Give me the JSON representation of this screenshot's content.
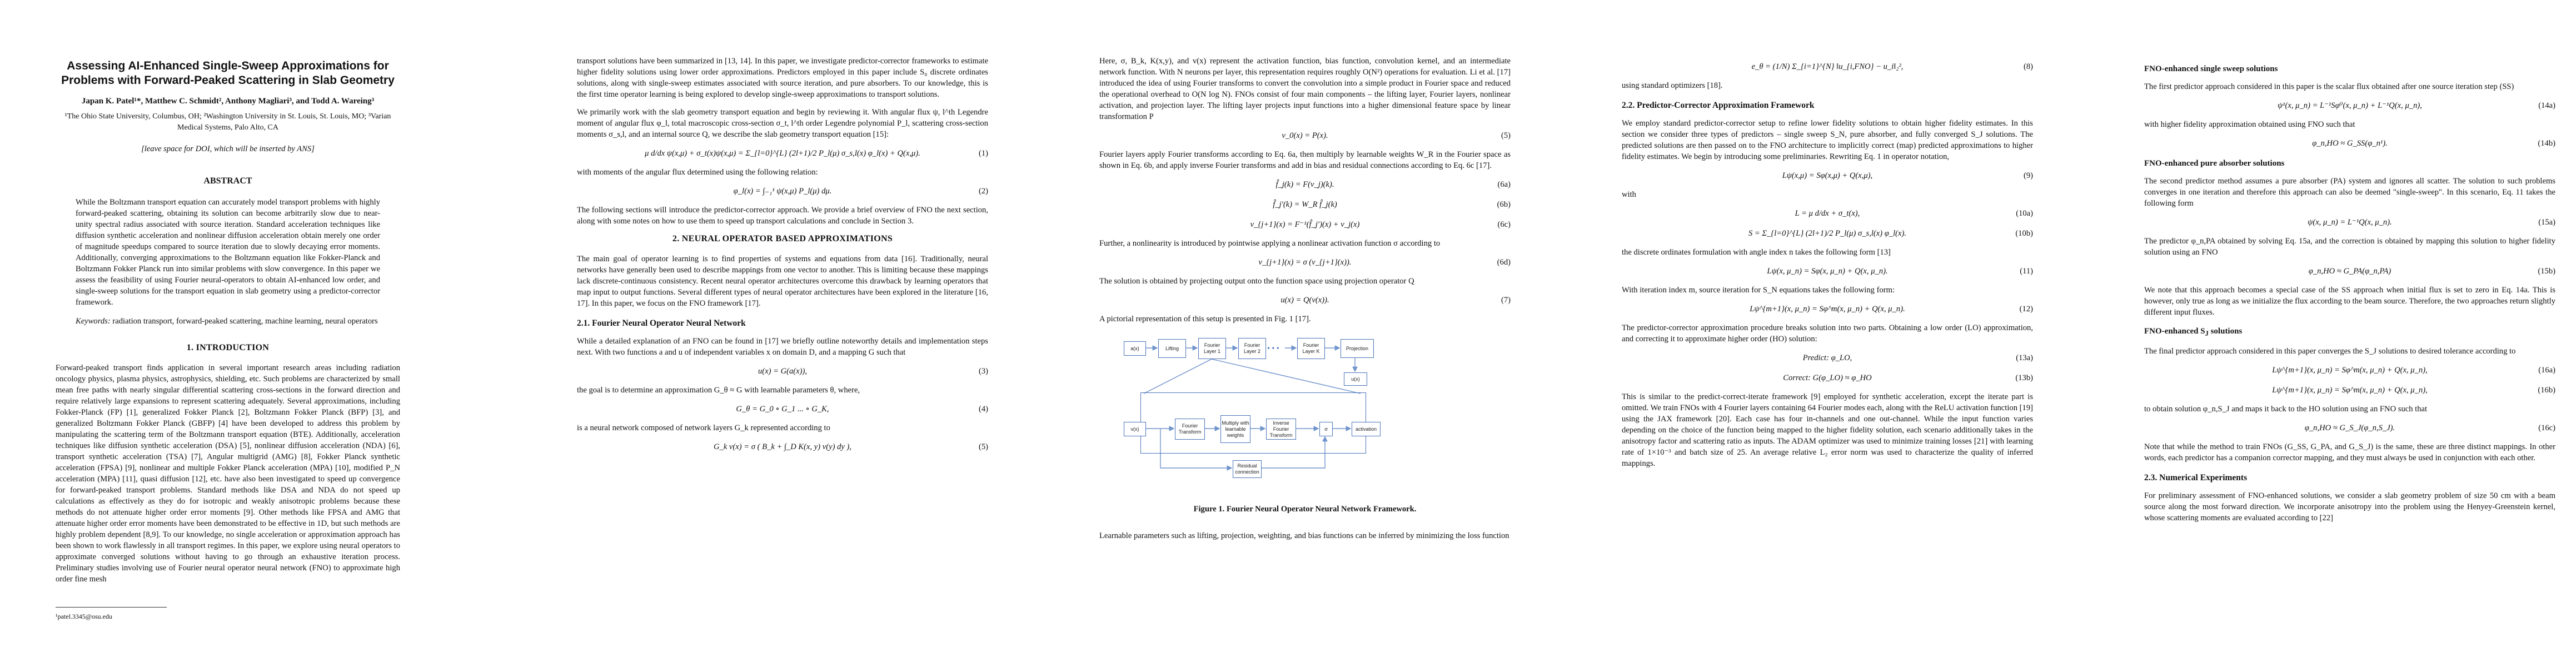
{
  "paper": {
    "title": "Assessing AI-Enhanced Single-Sweep Approximations for Problems with Forward-Peaked Scattering in Slab Geometry",
    "authors": "Japan K. Patel¹*, Matthew C. Schmidt², Anthony Magliari³, and Todd A. Wareing³",
    "affiliations": "¹The Ohio State University, Columbus, OH; ²Washington University in St. Louis, St. Louis, MO; ³Varian Medical Systems, Palo Alto, CA",
    "doi_note": "[leave space for DOI, which will be inserted by ANS]",
    "abstract_heading": "ABSTRACT",
    "abstract": "While the Boltzmann transport equation can accurately model transport problems with highly forward-peaked scattering, obtaining its solution can become arbitrarily slow due to near-unity spectral radius associated with source iteration. Standard acceleration techniques like diffusion synthetic acceleration and nonlinear diffusion acceleration obtain merely one order of magnitude speedups compared to source iteration due to slowly decaying error moments. Additionally, converging approximations to the Boltzmann equation like Fokker-Planck and Boltzmann Fokker Planck run into similar problems with slow convergence. In this paper we assess the feasibility of using Fourier neural-operators to obtain AI-enhanced low order, and single-sweep solutions for the transport equation in slab geometry using a predictor-corrector framework.",
    "keywords_label": "Keywords:",
    "keywords": "radiation transport, forward-peaked scattering, machine learning, neural operators",
    "footnote": "¹patel.3345@osu.edu"
  },
  "sections": {
    "s1": "1.      INTRODUCTION",
    "s2": "2.      NEURAL OPERATOR BASED APPROXIMATIONS",
    "s21": "2.1.     Fourier Neural Operator Neural Network",
    "s22": "2.2.     Predictor-Corrector Approximation Framework",
    "s23": "2.3.     Numerical Experiments",
    "h_single": "FNO-enhanced single sweep solutions",
    "h_pure": "FNO-enhanced pure absorber solutions",
    "h_sn": "FNO-enhanced S",
    "h_sn_sub": "J",
    "h_sn_end": " solutions"
  },
  "text": {
    "intro1": "Forward-peaked transport finds application in several important research areas including radiation oncology physics, plasma physics, astrophysics, shielding, etc. Such problems are characterized by small mean free paths with nearly singular differential scattering cross-sections in the forward direction and require relatively large expansions to represent scattering adequately. Several approximations, including Fokker-Planck (FP) [1], generalized Fokker Planck [2], Boltzmann Fokker Planck (BFP) [3], and generalized Boltzmann Fokker Planck (GBFP) [4] have been developed to address this problem by manipulating the scattering term of the Boltzmann transport equation (BTE). Additionally, acceleration techniques like diffusion synthetic acceleration (DSA) [5], nonlinear diffusion acceleration (NDA) [6], transport synthetic acceleration (TSA) [7], Angular multigrid (AMG) [8], Fokker Planck synthetic acceleration (FPSA) [9], nonlinear and multiple Fokker Planck acceleration (MPA) [10], modified P_N acceleration (MPA) [11], quasi diffusion [12], etc. have also been investigated to speed up convergence for forward-peaked transport problems. Standard methods like DSA and NDA do not speed up calculations as effectively as they do for isotropic and weakly anisotropic problems because these methods do not attenuate higher order error moments [9]. Other methods like FPSA and AMG that attenuate higher order error moments have been demonstrated to be effective in 1D, but such methods are highly problem dependent [8,9]. To our knowledge, no single acceleration or approximation approach has been shown to work flawlessly in all transport regimes. In this paper, we explore using neural operators to approximate converged solutions without having to go through an exhaustive iteration process. Preliminary studies involving use of Fourier neural operator neural network (FNO) to approximate high order fine mesh",
    "c2p1": "transport solutions have been summarized in [13, 14]. In this paper, we investigate predictor-corrector frameworks to estimate higher fidelity solutions using lower order approximations. Predictors employed in this paper include S₀ discrete ordinates solutions, along with single-sweep estimates associated with source iteration, and pure absorbers. To our knowledge, this is the first time operator learning is being explored to develop single-sweep approximations to transport solutions.",
    "c2p2": "We primarily work with the slab geometry transport equation and begin by reviewing it. With angular flux ψ, l^th Legendre moment of angular flux φ_l, total macroscopic cross-section σ_t, l^th order Legendre polynomial P_l, scattering cross-section moments σ_s,l, and an internal source Q, we describe the slab geometry transport equation [15]:",
    "c2p3": "with moments of the angular flux determined using the following relation:",
    "c2p4": "The following sections will introduce the predictor-corrector approach. We provide a brief overview of FNO the next section, along with some notes on how to use them to speed up transport calculations and conclude in Section 3.",
    "c2p5": "The main goal of operator learning is to find properties of systems and equations from data [16]. Traditionally, neural networks have generally been used to describe mappings from one vector to another. This is limiting because these mappings lack discrete-continuous consistency. Recent neural operator architectures overcome this drawback by learning operators that map input to output functions. Several different types of neural operator architectures have been explored in the literature [16, 17]. In this paper, we focus on the FNO framework [17].",
    "c2p6": "While a detailed explanation of an FNO can be found in [17] we briefly outline noteworthy details and implementation steps next. With two functions a and u of independent variables x on domain D, and a mapping G such that",
    "c2p7": "the goal is to determine an approximation G_θ ≈ G with learnable parameters θ, where,",
    "c2p8": "is a neural network composed of network layers G_k represented according to",
    "c3p1": "Here, σ, B_k, K(x,y), and v(x) represent the activation function, bias function, convolution kernel, and an intermediate network function. With N neurons per layer, this representation requires roughly O(N²) operations for evaluation. Li et al. [17] introduced the idea of using Fourier transforms to convert the convolution into a simple product in Fourier space and reduced the operational overhead to O(N log N). FNOs consist of four main components – the lifting layer, Fourier layers, nonlinear activation, and projection layer. The lifting layer projects input functions into a higher dimensional feature space by linear transformation P",
    "c3p2": "Fourier layers apply Fourier transforms according to Eq. 6a, then multiply by learnable weights W_R in the Fourier space as shown in Eq. 6b, and apply inverse Fourier transforms and add in bias and residual connections according to Eq. 6c [17].",
    "c3p3": "Further, a nonlinearity is introduced by pointwise applying a nonlinear activation function σ according to",
    "c3p4": "The solution is obtained by projecting output onto the function space using projection operator Q",
    "c3p5": "A pictorial representation of this setup is presented in Fig. 1 [17].",
    "fig_caption": "Figure 1.  Fourier Neural Operator Neural Network Framework.",
    "c3p6": "Learnable parameters such as lifting, projection, weighting, and bias functions can be inferred by minimizing the loss function",
    "c4p1": "using standard optimizers [18].",
    "c4p2": "We employ standard predictor-corrector setup to refine lower fidelity solutions to obtain higher fidelity estimates. In this section we consider three types of predictors – single sweep S_N, pure absorber, and fully converged S_J solutions. The predicted solutions are then passed on to the FNO architecture to implicitly correct (map) predicted approximations to higher fidelity estimates. We begin by introducing some preliminaries. Rewriting Eq. 1 in operator notation,",
    "c4p3": "with",
    "c4p4": "the discrete ordinates formulation with angle index n takes the following form [13]",
    "c4p5": "With iteration index m, source iteration for S_N equations takes the following form:",
    "c4p6": "The predictor-corrector approximation procedure breaks solution into two parts. Obtaining a low order (LO) approximation, and correcting it to approximate higher order (HO) solution:",
    "c4p7": "This is similar to the predict-correct-iterate framework [9] employed for synthetic acceleration, except the iterate part is omitted. We train FNOs with 4 Fourier layers containing 64 Fourier modes each, along with the ReLU activation function [19] using the JAX framework [20]. Each case has four in-channels and one out-channel. While the input function varies depending on the choice of the function being mapped to the higher fidelity solution, each scenario additionally takes in the anisotropy factor and scattering ratio as inputs. The ADAM optimizer was used to minimize training losses [21] with learning rate of 1×10⁻³ and batch size of 25. An average relative L₂ error norm was used to characterize the quality of inferred mappings.",
    "c5p1": "The first predictor approach considered in this paper is the scalar flux obtained after one source iteration step (SS)",
    "c5p2": "with higher fidelity approximation obtained using FNO such that",
    "c5p3": "The second predictor method assumes a pure absorber (PA) system and ignores all scatter. The solution to such problems converges in one iteration and therefore this approach can also be deemed \"single-sweep\". In this scenario, Eq. 11 takes the following form",
    "c5p4": "The predictor φ_n,PA obtained by solving Eq. 15a, and the correction is obtained by mapping this solution to higher fidelity solution using an FNO",
    "c5p5": "We note that this approach becomes a special case of the SS approach when initial flux is set to zero in Eq. 14a. This is however, only true as long as we initialize the flux according to the beam source. Therefore, the two approaches return slightly different input fluxes.",
    "c5p6": "The final predictor approach considered in this paper converges the S_J solutions to desired tolerance according to",
    "c5p7": "to obtain solution φ_n,S_J and maps it back to the HO solution using an FNO such that",
    "c5p8": "Note that while the method to train FNOs (G_SS, G_PA, and G_S_J) is the same, these are three distinct mappings. In other words, each predictor has a companion corrector mapping, and they must always be used in conjunction with each other.",
    "c5p9": "For preliminary assessment of FNO-enhanced solutions, we consider a slab geometry problem of size 50 cm with a beam source along the most forward direction. We incorporate anisotropy into the problem using the Henyey-Greenstein kernel, whose scattering moments are evaluated according to [22]"
  },
  "equations": {
    "e1": "μ d/dx ψ(x,μ) + σ_t(x)ψ(x,μ) = Σ_{l=0}^{L} (2l+1)/2 P_l(μ) σ_s,l(x) φ_l(x) + Q(x,μ).",
    "e1n": "(1)",
    "e2": "φ_l(x) = ∫₋₁¹ ψ(x,μ) P_l(μ) dμ.",
    "e2n": "(2)",
    "e3": "u(x) = G(a(x)),",
    "e3n": "(3)",
    "e4": "G_θ = G_0 ∘ G_1 ... ∘ G_K,",
    "e4n": "(4)",
    "e5": "G_k v(x) = σ ( B_k + ∫_D K(x, y) v(y) dy ),",
    "e5n": "(5)",
    "e6": "v_0(x) = P(x).",
    "e6n": "(5)",
    "e7": "f̂_j(k) = F(v_j)(k).",
    "e7n": "(6a)",
    "e8": "f̂_j′(k) = W_R f̂_j(k)",
    "e8n": "(6b)",
    "e9": "v_{j+1}(x) = F⁻¹(f̂_j′)(x) + v_j(x)",
    "e9n": "(6c)",
    "e10": "v_{j+1}(x) = σ (v_{j+1}(x)).",
    "e10n": "(6d)",
    "e11": "u(x) = Q(v(x)).",
    "e11n": "(7)",
    "e12": "e_θ = (1/N) Σ_{i=1}^{N} ‖u_{i,FNO} − u_i‖₂²,",
    "e12n": "(8)",
    "e13": "Lψ(x,μ) = Sφ(x,μ) + Q(x,μ),",
    "e13n": "(9)",
    "e14": "L = μ d/dx + σ_t(x),",
    "e14n": "(10a)",
    "e15": "S = Σ_{l=0}^{L} (2l+1)/2 P_l(μ) σ_s,l(x) φ_l(x).",
    "e15n": "(10b)",
    "e16": "Lψ(x, μ_n) = Sφ(x, μ_n) + Q(x, μ_n).",
    "e16n": "(11)",
    "e17": "Lψ^{m+1}(x, μ_n) = Sφ^m(x, μ_n) + Q(x, μ_n).",
    "e17n": "(12)",
    "e18a": "Predict: φ_LO,",
    "e18an": "(13a)",
    "e18b": "Correct: G(φ_LO) ≈ φ_HO",
    "e18bn": "(13b)",
    "e19": "ψ¹(x, μ_n) = L⁻¹Sφ⁰(x, μ_n) + L⁻¹Q(x, μ_n),",
    "e19n": "(14a)",
    "e20": "φ_n,HO ≈ G_SS(φ_n¹).",
    "e20n": "(14b)",
    "e21": "ψ(x, μ_n) = L⁻¹Q(x, μ_n).",
    "e21n": "(15a)",
    "e22": "φ_n,HO ≈ G_PA(φ_n,PA)",
    "e22n": "(15b)",
    "e23": "Lψ^{m+1}(x, μ_n) = Sφ^m(x, μ_n) + Q(x, μ_n),",
    "e23n": "(16a)",
    "e24": "Lψ^{m+1}(x, μ_n) = Sφ^m(x, μ_n) + Q(x, μ_n),",
    "e24n": "(16b)",
    "e25": "φ_n,HO ≈ G_S_J(φ_n,S_J).",
    "e25n": "(16c)"
  },
  "figure": {
    "a_in": "a(x)",
    "lifting": "Lifting",
    "fl1": "Fourier Layer 1",
    "fl2": "Fourier Layer 2",
    "dots": "• • •",
    "flk": "Fourier Layer K",
    "projection": "Projection",
    "u_out": "u(x)",
    "v_in": "v(x)",
    "fft": "Fourier Transform",
    "mult": "Multiply with learnable weights",
    "ifft": "Inverse Fourier Transform",
    "sigma": "σ",
    "act": "activation",
    "res": "Residual connection"
  },
  "colors": {
    "box_border": "#4a74b8",
    "arrow": "#6f93cc"
  }
}
